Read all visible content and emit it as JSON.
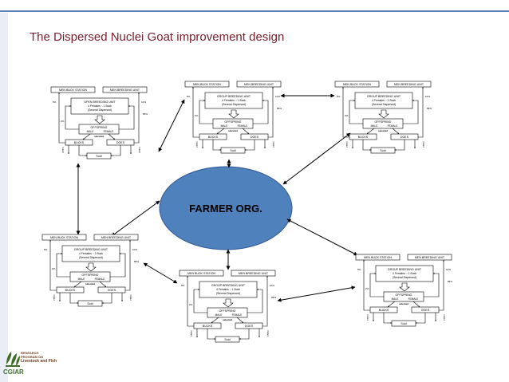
{
  "title": "The Dispersed Nuclei Goat improvement design",
  "center": {
    "label": "FARMER ORG."
  },
  "nucleus": {
    "buck_station": "MEN BUCK STATION",
    "breeding_unit": "MEN BREEDING UNIT",
    "group_unit_line1": "GROUP BREEDING UNIT",
    "group_unit_line2": "4 Females :: 1 Buck",
    "group_unit_line3": "(Several Dispersed)",
    "offspring": "OFFSPRING",
    "male": "MALE",
    "female": "FEMALE",
    "bucks": "BUCKS",
    "does": "DOES",
    "selected": "selected",
    "sale": "Sold",
    "culled": "Culled",
    "pct_top_left": "5%",
    "pct_top_right": "10%",
    "pct_mid_right": "85%",
    "pct_mid_left": "2%"
  },
  "nucleus_first": {
    "group_unit_line1": "OPEN BREEDING UNIT",
    "group_unit_line2": "4 Females :: 1 Buck",
    "group_unit_line3": "(Several Dispersed)"
  },
  "logo": {
    "name": "CGIAR",
    "line1": "RESEARCH",
    "line2": "PROGRAM ON",
    "line3": "Livestock and Fish"
  }
}
